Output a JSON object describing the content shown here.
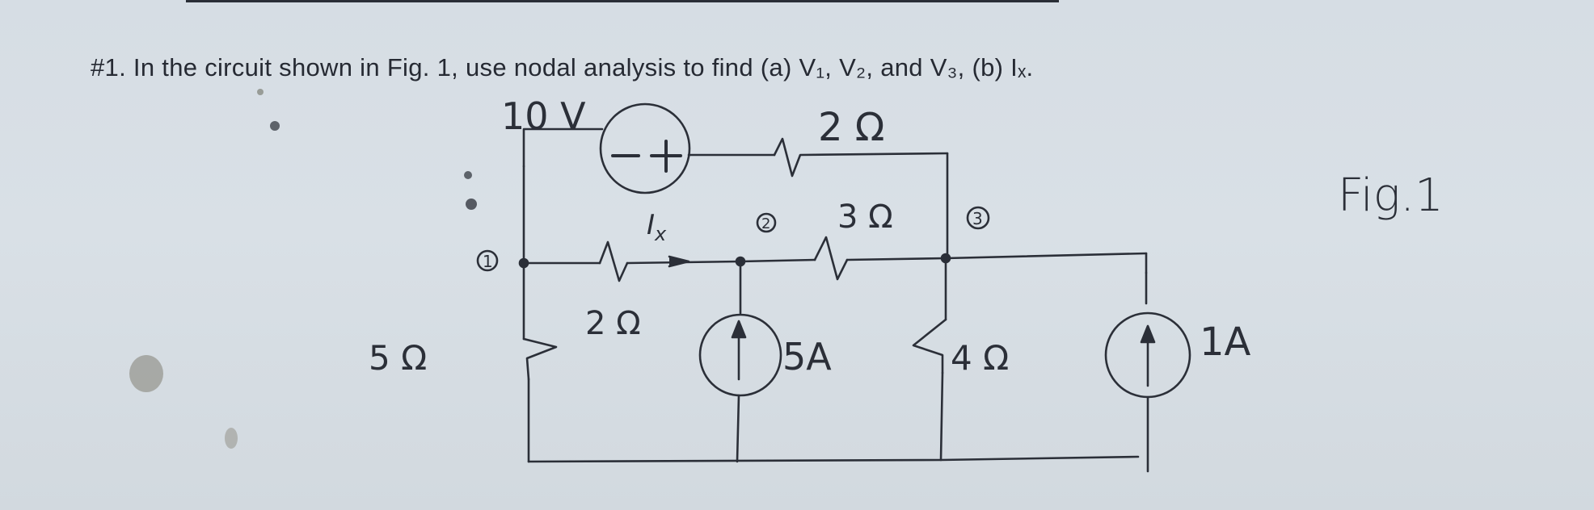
{
  "problem": {
    "number": "#1.",
    "text": "In the circuit shown in Fig. 1, use nodal analysis to find (a) V₁, V₂, and V₃, (b) Iₓ."
  },
  "figure_label": "Fig.1",
  "circuit": {
    "voltage_source": {
      "label": "10 V",
      "minus": "−",
      "plus": "+"
    },
    "resistor_top": "2 Ω",
    "resistor_left_vertical": "5 Ω",
    "resistor_node1_node2": "2 Ω",
    "resistor_node2_node3": "3 Ω",
    "resistor_right_vertical": "4 Ω",
    "current_source_middle": "5A",
    "current_source_right": "1A",
    "current_label": "I",
    "current_label_sub": "x",
    "node1": "1",
    "node2": "2",
    "node3": "3"
  },
  "colors": {
    "ink": "#2b2f38",
    "paper": "#d6dde4"
  }
}
